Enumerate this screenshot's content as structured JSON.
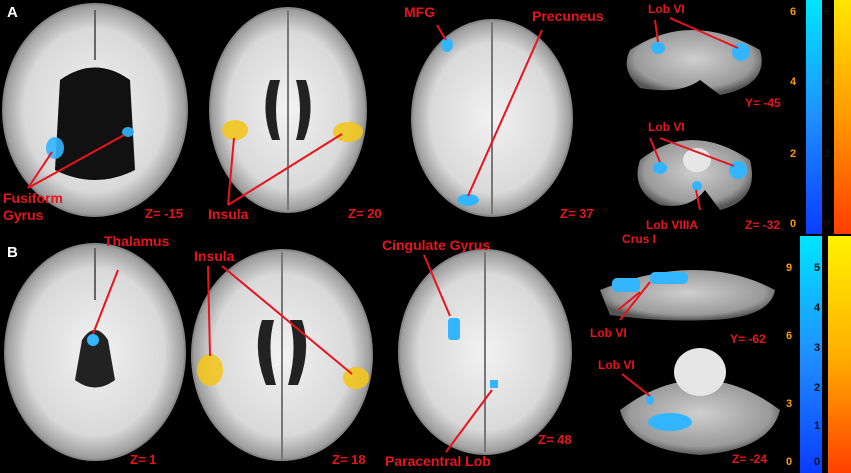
{
  "panels": {
    "a": {
      "letter": "A",
      "coords": [
        "Z= -15",
        "Z= 20",
        "Z= 37",
        "Y= -45",
        "Z= -32"
      ],
      "labels": {
        "fusiform": "Fusiform\nGyrus",
        "insula": "Insula",
        "mfg": "MFG",
        "precuneus": "Precuneus",
        "lobvi_top": "Lob VI",
        "lobvi_mid": "Lob VI",
        "lobviiia": "Lob VIIIA"
      }
    },
    "b": {
      "letter": "B",
      "coords": [
        "Z= 1",
        "Z= 18",
        "Z= 48",
        "Y= -62",
        "Z= -24"
      ],
      "labels": {
        "thalamus": "Thalamus",
        "insula": "Insula",
        "cingulate": "Cingulate Gyrus",
        "paracentral": "Paracentral Lob",
        "crus": "Crus I",
        "lobvi_a": "Lob VI",
        "lobvi_b": "Lob VI"
      }
    }
  },
  "colorbars": {
    "a": {
      "cool_ticks": [
        "6",
        "4",
        "2",
        "0"
      ],
      "warm_ticks": [
        "6",
        "4",
        "2",
        "0"
      ],
      "cool_colors": [
        "#00e5ff",
        "#1e90ff",
        "#0a3cff"
      ],
      "warm_colors": [
        "#ffe600",
        "#ff9a00",
        "#ff3c00"
      ]
    },
    "b": {
      "cool_ticks": [
        "9",
        "6",
        "3",
        "0"
      ],
      "warm_ticks": [
        "5",
        "4",
        "3",
        "2",
        "1",
        "0"
      ],
      "cool_colors": [
        "#00e5ff",
        "#1e90ff",
        "#0a3cff"
      ],
      "warm_colors": [
        "#fff200",
        "#ffb000",
        "#ff4000"
      ]
    }
  },
  "colors": {
    "annotation": "#e8141c",
    "cool_blob": "#33b5ff",
    "warm_blob": "#f2c51e"
  }
}
